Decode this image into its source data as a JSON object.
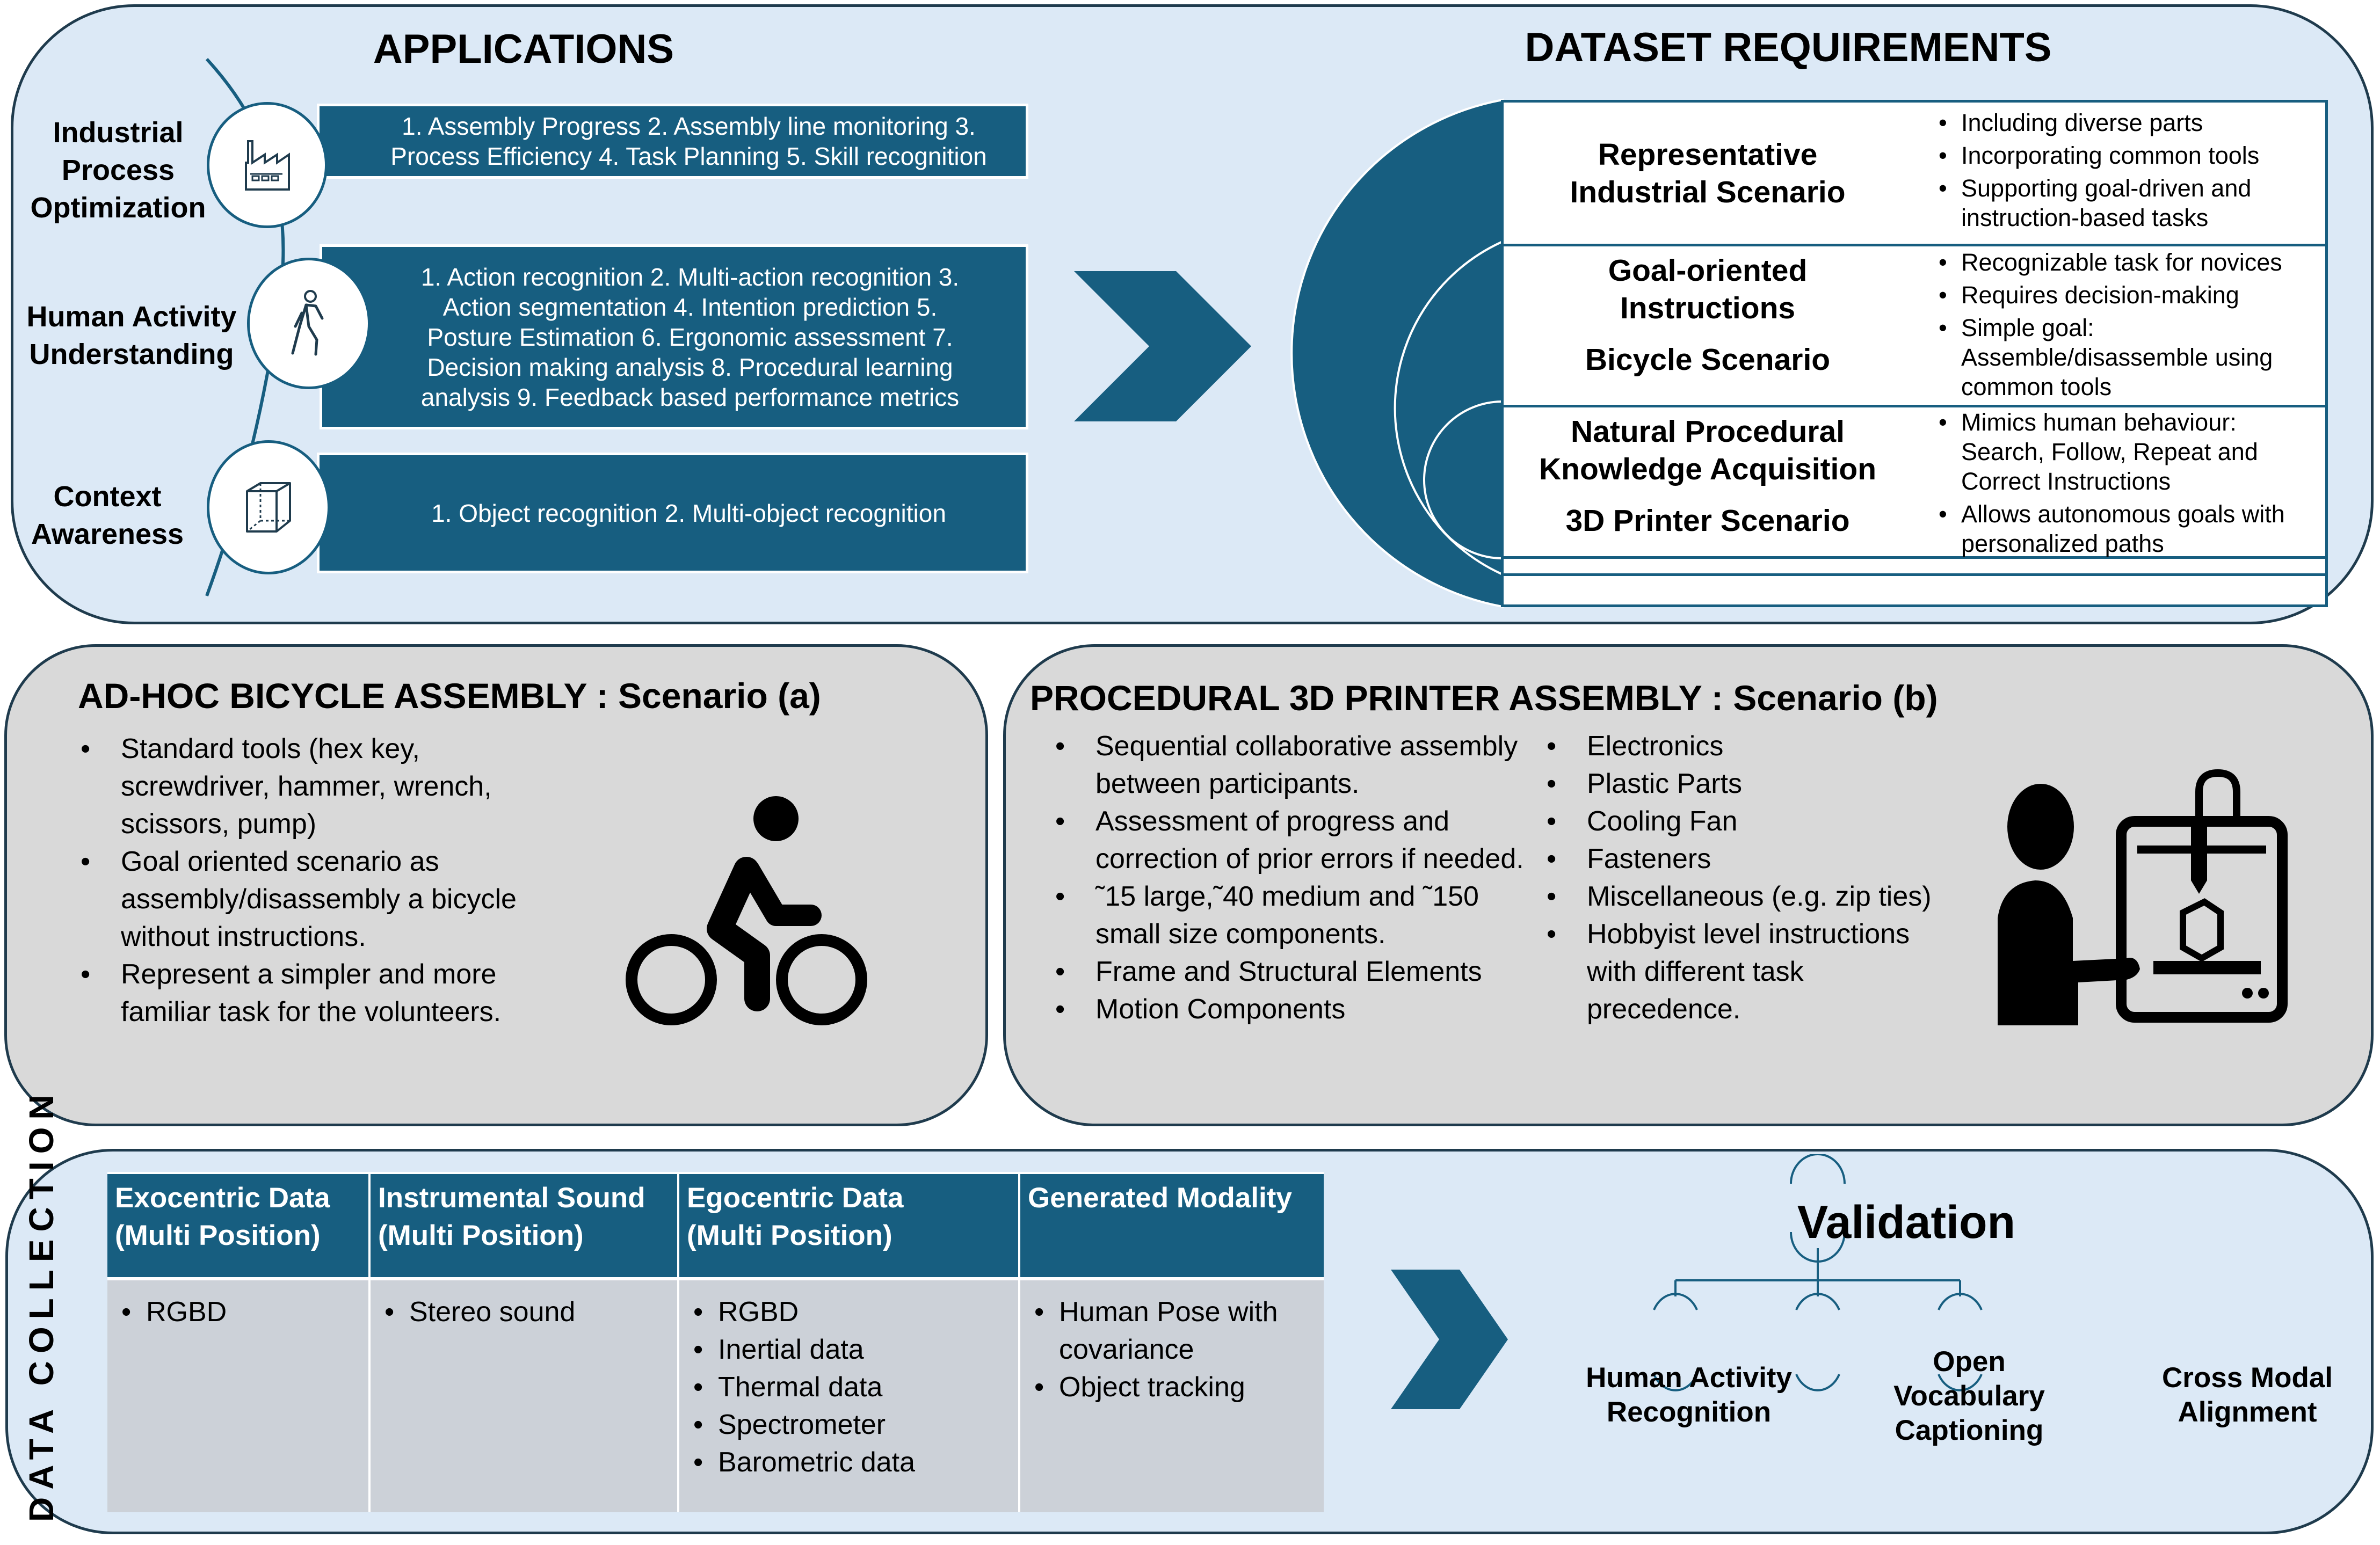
{
  "applications": {
    "title": "APPLICATIONS",
    "items": [
      {
        "label_lines": [
          "Industrial",
          "Process",
          "Optimization"
        ],
        "icon": "factory-icon",
        "text_lines": [
          "1. Assembly Progress 2. Assembly line monitoring 3.",
          "Process Efficiency 4. Task Planning  5. Skill recognition"
        ]
      },
      {
        "label_lines": [
          "Human Activity",
          "Understanding"
        ],
        "icon": "walking-person-icon",
        "text_lines": [
          "1. Action recognition 2. Multi-action recognition 3.",
          "Action segmentation 4.  Intention  prediction 5.",
          "Posture Estimation 6. Ergonomic assessment 7.",
          "Decision making  analysis 8. Procedural learning",
          "analysis 9. Feedback based performance metrics"
        ]
      },
      {
        "label_lines": [
          "Context",
          "Awareness"
        ],
        "icon": "cube-icon",
        "text_lines": [
          "1. Object recognition 2. Multi-object recognition"
        ]
      }
    ]
  },
  "dataset_requirements": {
    "title": "DATASET REQUIREMENTS",
    "rows": [
      {
        "left_lines": [
          "Representative",
          "Industrial Scenario"
        ],
        "scenario": "",
        "bullets": [
          "Including  diverse parts",
          "Incorporating common tools",
          "Supporting goal-driven and instruction-based tasks"
        ]
      },
      {
        "left_lines": [
          "Goal-oriented",
          "Instructions"
        ],
        "scenario": "Bicycle Scenario",
        "bullets": [
          "Recognizable task for novices",
          "Requires decision-making",
          "Simple goal: Assemble/disassemble using common tools"
        ]
      },
      {
        "left_lines": [
          "Natural Procedural",
          "Knowledge Acquisition"
        ],
        "scenario": "3D Printer Scenario",
        "bullets": [
          "Mimics human behaviour: Search, Follow, Repeat and Correct Instructions",
          "Allows autonomous goals with personalized paths"
        ]
      }
    ]
  },
  "scenario_a": {
    "title": "AD-HOC  BICYCLE ASSEMBLY : Scenario (a)",
    "bullets": [
      "Standard tools (hex key, screwdriver, hammer, wrench, scissors, pump)",
      "Goal oriented scenario as assembly/disassembly a bicycle without instructions.",
      "Represent a simpler and more familiar task for the volunteers."
    ],
    "icon": "cyclist-icon"
  },
  "scenario_b": {
    "title": "PROCEDURAL 3D PRINTER ASSEMBLY : Scenario (b)",
    "bullets_left": [
      "Sequential collaborative assembly between participants.",
      "Assessment of progress and correction of prior errors if needed.",
      "˜15 large,˜40 medium and  ˜150 small size components.",
      "Frame and Structural Elements",
      "Motion Components"
    ],
    "bullets_right": [
      "Electronics",
      "Plastic Parts",
      "Cooling Fan",
      "Fasteners",
      "Miscellaneous (e.g. zip ties)",
      "Hobbyist level instructions with different task precedence."
    ],
    "icon": "person-3d-printer-icon"
  },
  "data_collection": {
    "vertical_label": "DATA COLLECTION",
    "columns": [
      {
        "header_lines": [
          "Exocentric Data",
          "(Multi Position)"
        ],
        "items": [
          "RGBD"
        ]
      },
      {
        "header_lines": [
          "Instrumental Sound",
          "(Multi Position)"
        ],
        "items": [
          "Stereo sound"
        ]
      },
      {
        "header_lines": [
          "Egocentric Data",
          "(Multi Position)"
        ],
        "items": [
          "RGBD",
          "Inertial data",
          "Thermal data",
          "Spectrometer",
          "Barometric data"
        ]
      },
      {
        "header_lines": [
          "Generated Modality"
        ],
        "items": [
          "Human Pose with covariance",
          "Object tracking"
        ]
      }
    ]
  },
  "validation": {
    "title": "Validation",
    "nodes": [
      {
        "lines": [
          "Human Activity",
          "Recognition"
        ]
      },
      {
        "lines": [
          "Open",
          "Vocabulary",
          "Captioning"
        ]
      },
      {
        "lines": [
          "Cross Modal",
          "Alignment"
        ]
      }
    ]
  },
  "colors": {
    "accent": "#175e80",
    "panel_blue": "#dce9f6",
    "panel_gray": "#d9d9d9",
    "table_body": "#ccd1d8",
    "border": "#1f3b4d"
  }
}
